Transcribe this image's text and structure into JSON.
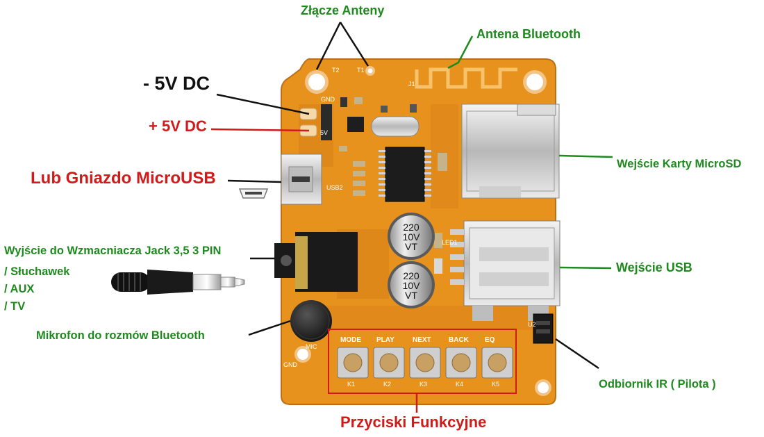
{
  "labels": {
    "antenna_connector": "Złącze Anteny",
    "bluetooth_antenna": "Antena Bluetooth",
    "minus_5v": "- 5V DC",
    "plus_5v": "+ 5V DC",
    "microusb": "Lub Gniazdo MicroUSB",
    "microsd": "Wejście Karty MicroSD",
    "usb_input": "Wejście USB",
    "jack_line1": "Wyjście do Wzmacniacza Jack 3,5 3 PIN",
    "jack_line2": "/ Słuchawek",
    "jack_line3": "/ AUX",
    "jack_line4": "/ TV",
    "microphone": "Mikrofon do rozmów Bluetooth",
    "ir_receiver": "Odbiornik IR ( Pilota )",
    "function_buttons": "Przyciski Funkcyjne"
  },
  "buttons": [
    {
      "name": "MODE",
      "key": "K1"
    },
    {
      "name": "PLAY",
      "key": "K2"
    },
    {
      "name": "NEXT",
      "key": "K3"
    },
    {
      "name": "BACK",
      "key": "K4"
    },
    {
      "name": "EQ",
      "key": "K5"
    }
  ],
  "capacitors": [
    {
      "line1": "220",
      "line2": "10V",
      "line3": "VT"
    },
    {
      "line1": "220",
      "line2": "10V",
      "line3": "VT"
    }
  ],
  "silkscreen": {
    "gnd_top": "GND",
    "v5": "5V",
    "gnd_bottom": "GND",
    "mic": "MIC",
    "usb2": "USB2",
    "led1": "LED1",
    "u2": "U2",
    "j1": "J1",
    "t1": "T1",
    "t2": "T2"
  },
  "colors": {
    "green_label": "#1e8a1e",
    "red_label": "#d11a1a",
    "pcb": "#e8921e",
    "pcb_dark": "#c8761a"
  }
}
